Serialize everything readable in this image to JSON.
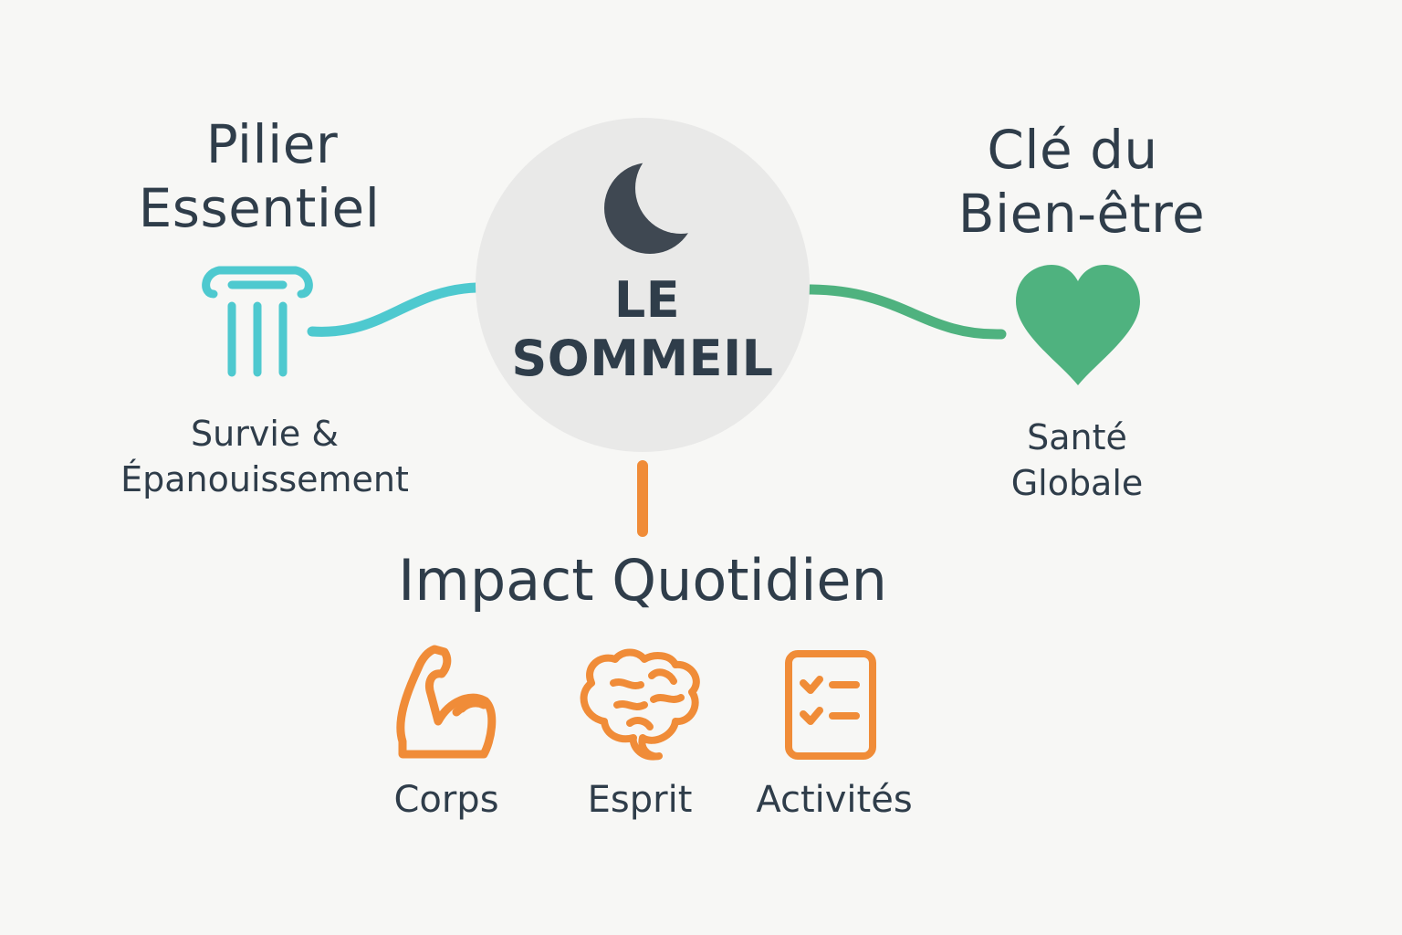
{
  "center": {
    "line1": "LE",
    "line2": "SOMMEIL",
    "icon": "moon-icon"
  },
  "left": {
    "title_line1": "Pilier",
    "title_line2": "Essentiel",
    "subtitle_line1": "Survie &",
    "subtitle_line2": "Épanouissement",
    "icon": "pillar-icon",
    "color": "#4ec9cf"
  },
  "right": {
    "title_line1": "Clé du",
    "title_line2": "Bien-être",
    "subtitle_line1": "Santé",
    "subtitle_line2": "Globale",
    "icon": "heart-icon",
    "color": "#4fb27f"
  },
  "bottom": {
    "title": "Impact Quotidien",
    "color": "#f08c38",
    "items": [
      {
        "label": "Corps",
        "icon": "muscle-icon"
      },
      {
        "label": "Esprit",
        "icon": "brain-icon"
      },
      {
        "label": "Activités",
        "icon": "checklist-icon"
      }
    ]
  },
  "colors": {
    "text": "#2f3d4a",
    "center_circle": "#e9e9e8",
    "background": "#f7f7f5"
  }
}
